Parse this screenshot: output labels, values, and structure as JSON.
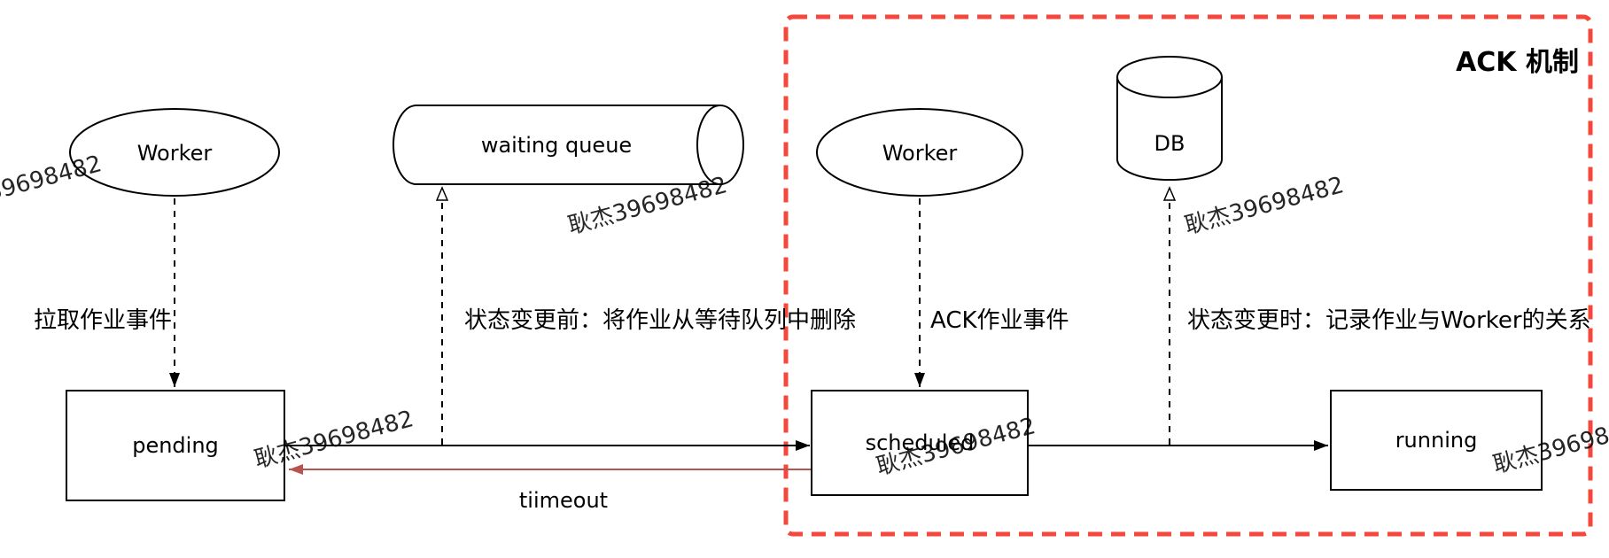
{
  "title": "ACK 机制",
  "nodes": {
    "worker_left": "Worker",
    "waiting_queue": "waiting queue",
    "worker_right": "Worker",
    "db": "DB",
    "pending": "pending",
    "scheduled": "scheduled",
    "running": "running"
  },
  "labels": {
    "pull_job_event": "拉取作业事件",
    "remove_from_queue": "状态变更前：将作业从等待队列中删除",
    "ack_job_event": "ACK作业事件",
    "record_relation": "状态变更时：记录作业与Worker的关系",
    "timeout": "tiimeout"
  },
  "watermark": "耿杰39698482",
  "colors": {
    "ack_red": "#f5473b",
    "timeout_arrow_red": "#b85450",
    "timeout_text_red": "#e0483d",
    "watermark_gray": "#d8d8d8",
    "shape_stroke": "#000000"
  }
}
